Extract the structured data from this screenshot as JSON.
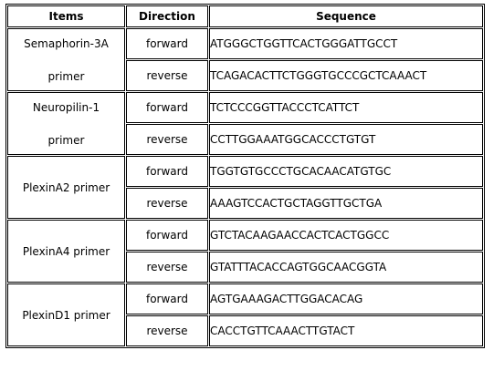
{
  "table": {
    "headers": {
      "items": "Items",
      "direction": "Direction",
      "sequence": "Sequence"
    },
    "rows": [
      {
        "item_lines": [
          "Semaphorin-3A",
          "primer"
        ],
        "forward": {
          "direction": "forward",
          "sequence": "ATGGGCTGGTTCACTGGGATTGCCT"
        },
        "reverse": {
          "direction": "reverse",
          "sequence": "TCAGACACTTCTGGGTGCCCGCTCAAACT"
        }
      },
      {
        "item_lines": [
          "Neuropilin-1",
          "primer"
        ],
        "forward": {
          "direction": "forward",
          "sequence": "TCTCCCGGTTACCCTCATTCT"
        },
        "reverse": {
          "direction": "reverse",
          "sequence": "CCTTGGAAATGGCACCCTGTGT"
        }
      },
      {
        "item_lines": [
          "PlexinA2 primer"
        ],
        "forward": {
          "direction": "forward",
          "sequence": "TGGTGTGCCCTGCACAACATGTGC"
        },
        "reverse": {
          "direction": "reverse",
          "sequence": "AAAGTCCACTGCTAGGTTGCTGA"
        }
      },
      {
        "item_lines": [
          "PlexinA4 primer"
        ],
        "forward": {
          "direction": "forward",
          "sequence": "GTCTACAAGAACCACTCACTGGCC"
        },
        "reverse": {
          "direction": "reverse",
          "sequence": "GTATTTACACCAGTGGCAACGGTA"
        }
      },
      {
        "item_lines": [
          "PlexinD1 primer"
        ],
        "forward": {
          "direction": "forward",
          "sequence": "AGTGAAAGACTTGGACACAG"
        },
        "reverse": {
          "direction": "reverse",
          "sequence": "CACCTGTTCAAACTTGTACT"
        }
      }
    ]
  }
}
